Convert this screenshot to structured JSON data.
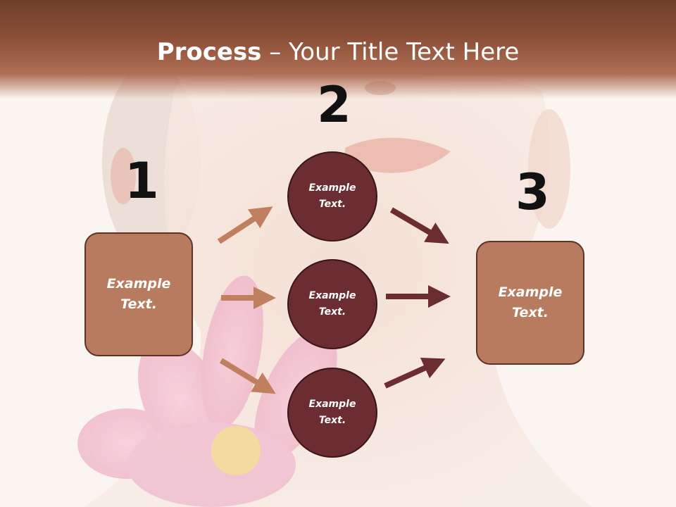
{
  "slide": {
    "title_bold": "Process",
    "title_rest": " – Your Title Text Here"
  },
  "numbers": {
    "n1": "1",
    "n2": "2",
    "n3": "3"
  },
  "left_box": {
    "text": "Example Text."
  },
  "right_box": {
    "text": "Example Text."
  },
  "circles": [
    {
      "text": "Example Text."
    },
    {
      "text": "Example Text."
    },
    {
      "text": "Example Text."
    }
  ],
  "colors": {
    "header": "#8d5038",
    "box_fill": "#b97b60",
    "circle_fill": "#6b2d32",
    "arrow_light": "#c08060",
    "arrow_dark": "#6b2d32"
  },
  "icons": {
    "background": "woman-face-lotus-photo"
  }
}
